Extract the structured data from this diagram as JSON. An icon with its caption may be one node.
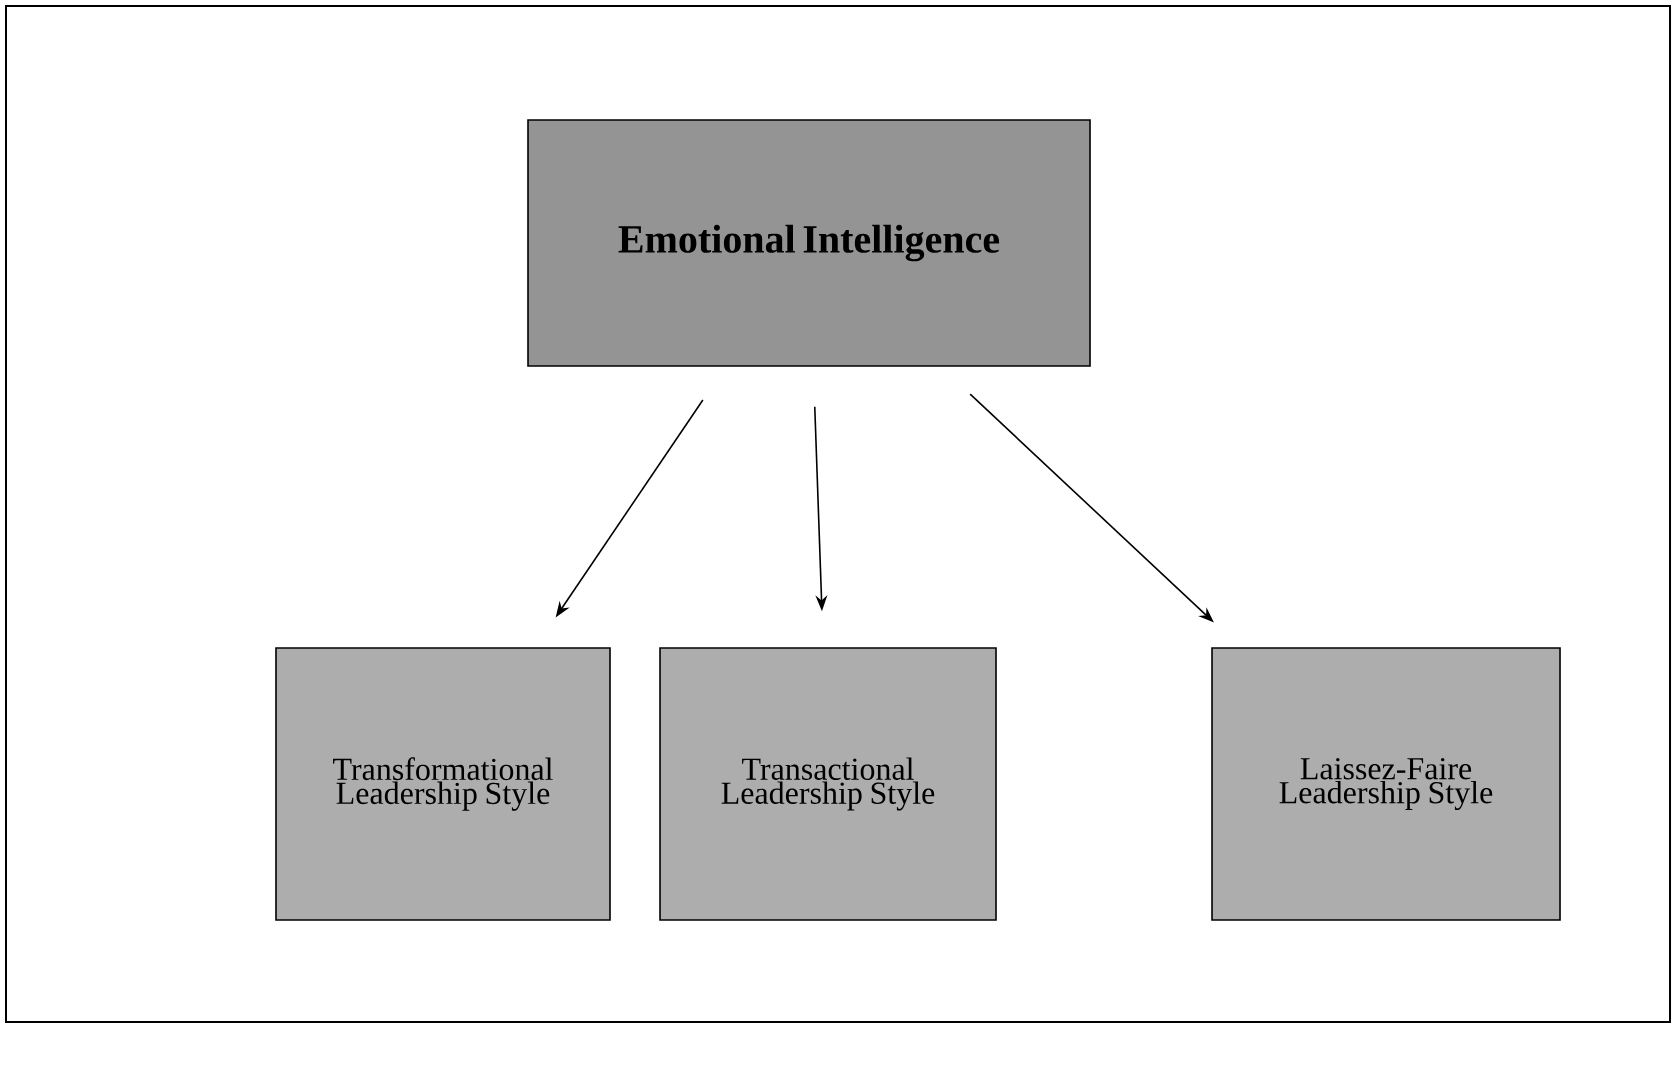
{
  "diagram": {
    "nodes": [
      {
        "text": [
          "Emotional Intelligence"
        ]
      },
      {
        "text": [
          "Transformational Leadership Style"
        ]
      },
      {
        "text": [
          "Transactional Leadership Style"
        ]
      },
      {
        "text": [
          "Laissez-Faire Leadership Style"
        ]
      }
    ],
    "edges": [
      {
        "from": 0,
        "to": 1,
        "arrow": "to"
      },
      {
        "from": 0,
        "to": 2,
        "arrow": "to"
      },
      {
        "from": 0,
        "to": 3,
        "arrow": "to"
      }
    ]
  }
}
